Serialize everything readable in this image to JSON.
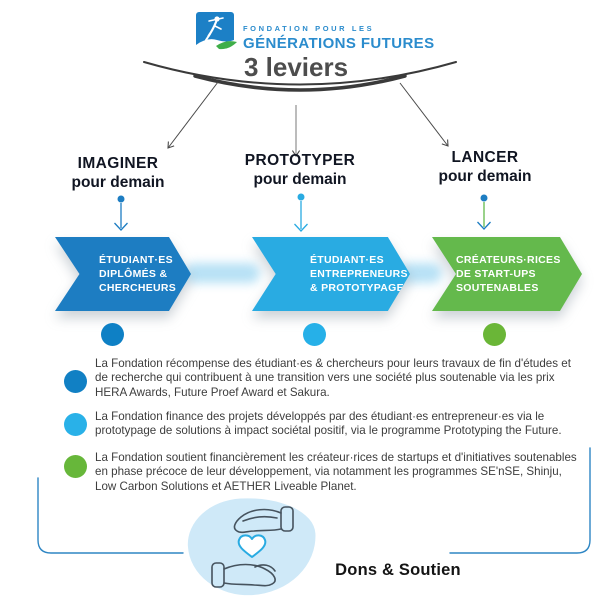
{
  "logo": {
    "line1": "FONDATION POUR LES",
    "line2": "GÉNÉRATIONS FUTURES"
  },
  "title": "3 leviers",
  "columns": [
    {
      "header_line1": "IMAGINER",
      "header_line2": "pour demain",
      "chevron_lines": [
        "ÉTUDIANT·ES",
        "DIPLÔMÉS &",
        "CHERCHEURS"
      ],
      "color": "#1d7dc2"
    },
    {
      "header_line1": "PROTOTYPER",
      "header_line2": "pour demain",
      "chevron_lines": [
        "ÉTUDIANT·ES",
        "ENTREPRENEURS",
        "& PROTOTYPAGE"
      ],
      "color": "#29abe2"
    },
    {
      "header_line1": "LANCER",
      "header_line2": "pour demain",
      "chevron_lines": [
        "CRÉATEURS·RICES",
        "DE START-UPS",
        "SOUTENABLES"
      ],
      "color": "#64b94c"
    }
  ],
  "paragraphs": [
    {
      "bullet_color": "#1180c4",
      "text": "La Fondation récompense des étudiant·es & chercheurs pour leurs travaux de fin d'études et de recherche qui contribuent à une transition vers une société plus soutenable via les prix HERA Awards, Future Proef Award et Sakura."
    },
    {
      "bullet_color": "#29b1e8",
      "text": "La Fondation finance des projets développés par des étudiant·es entrepreneur·es via le prototypage de solutions à impact sociétal positif, via le programme Prototyping the Future."
    },
    {
      "bullet_color": "#67b73a",
      "text": "La Fondation soutient financièrement les créateur·rices de startups et d'initiatives soutenables en phase précoce de leur développement, via notamment les programmes SE'nSE, Shinju, Low Carbon Solutions et AETHER Liveable Planet."
    }
  ],
  "footer": {
    "label": "Dons & Soutien"
  },
  "icons": {
    "logo": "leaping-figure-logo",
    "hands": "hands-holding-heart-icon"
  },
  "colors": {
    "brand_blue": "#2b8ccd",
    "dark_blue": "#1d7dc2",
    "light_blue": "#29abe2",
    "green": "#64b94c",
    "title_gray": "#4d4d4d",
    "text_dark": "#3d3d3d",
    "bracket_blue": "#2e86c4",
    "blob_blue": "#cfe9f8"
  }
}
